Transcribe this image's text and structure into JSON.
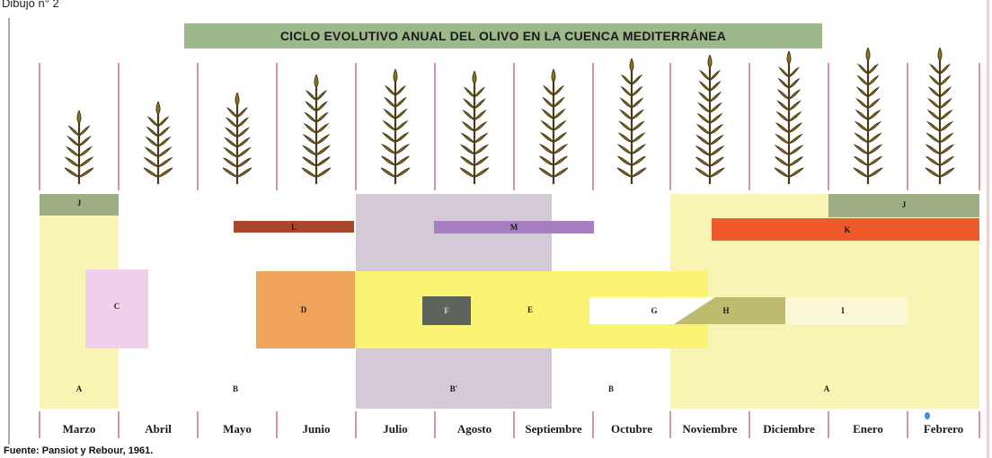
{
  "caption": "Dibujo n° 2",
  "title": "CICLO EVOLUTIVO ANUAL DEL OLIVO EN LA CUENCA MEDITERRÁNEA",
  "source": "Fuente: Pansiot y Rebour, 1961.",
  "months": [
    "Marzo",
    "Abril",
    "Mayo",
    "Junio",
    "Julio",
    "Agosto",
    "Septiembre",
    "Octubre",
    "Noviembre",
    "Diciembre",
    "Enero",
    "Febrero"
  ],
  "colors": {
    "title_bg": "#9db889",
    "divider": "#b03040",
    "pale_yellow": "#f8f4b4",
    "green": "#9dae83",
    "brown": "#a8472c",
    "lavender": "#d3c9d7",
    "purple": "#a77fc0",
    "red_orange": "#ef5a2a",
    "pink": "#efd0ea",
    "orange": "#f0a35a",
    "yellow": "#fbf472",
    "dark_gray": "#5d645e",
    "olive": "#bcbb6e",
    "light_cream": "#fbf8d8",
    "branch": "#4a3a16",
    "leaf": "#8a7426"
  },
  "phases": [
    {
      "label": "A",
      "color": "pale_yellow"
    },
    {
      "label": "A",
      "color": "pale_yellow"
    },
    {
      "label": "J",
      "color": "green"
    },
    {
      "label": "J",
      "color": "green"
    },
    {
      "label": "L",
      "color": "brown"
    },
    {
      "label": "M",
      "color": "purple"
    },
    {
      "label": "K",
      "color": "red_orange"
    },
    {
      "label": "C",
      "color": "pink"
    },
    {
      "label": "D",
      "color": "orange"
    },
    {
      "label": "E",
      "color": "yellow"
    },
    {
      "label": "F",
      "color": "dark_gray"
    },
    {
      "label": "G",
      "color": "white"
    },
    {
      "label": "H",
      "color": "olive"
    },
    {
      "label": "I",
      "color": "light_cream"
    },
    {
      "label": "B",
      "color": "white"
    },
    {
      "label": "B'",
      "color": "lavender"
    },
    {
      "label": "B",
      "color": "white"
    }
  ]
}
